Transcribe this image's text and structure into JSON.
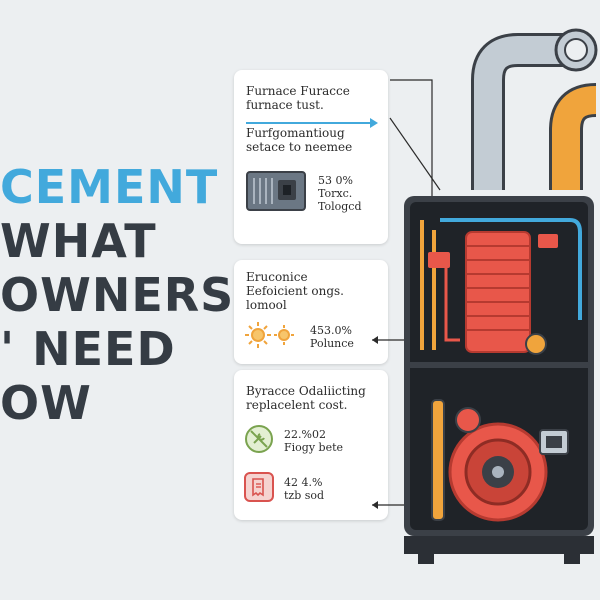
{
  "headline": {
    "lines": [
      "CEMENT",
      "WHAT",
      "OWNERS",
      "' NEED",
      "OW"
    ]
  },
  "card1": {
    "title_line1": "Furnace Furacce",
    "title_line2": "furnace tust.",
    "subtitle_line1": "Furfgomantioug",
    "subtitle_line2": "setace to neemee",
    "stat_value": "53 0%",
    "stat_line2": "Torxc.",
    "stat_line3": "Tologcd"
  },
  "card2": {
    "line1": "Eruconice",
    "line2": "Eefoicient ongs.",
    "line3": "lomool",
    "stat_value": "453.0%",
    "stat_label": "Polunce"
  },
  "card3": {
    "line1": "Byracce Odaliicting",
    "line2": "replacelent cost.",
    "stat1_value": "22.%02",
    "stat1_label": "Fiogy bete",
    "stat2_value": "42 4.%",
    "stat2_label": "tzb sod"
  },
  "icons": [
    "air-filter-icon",
    "sun-icon",
    "no-wrench-icon",
    "receipt-icon"
  ],
  "colors": {
    "accent": "#42a9dc",
    "headline": "#353c44",
    "furnace_body": "#3b4047",
    "pipe_orange": "#f0a43c",
    "pipe_grey": "#c3ccd4",
    "coil_red": "#e8574a"
  }
}
